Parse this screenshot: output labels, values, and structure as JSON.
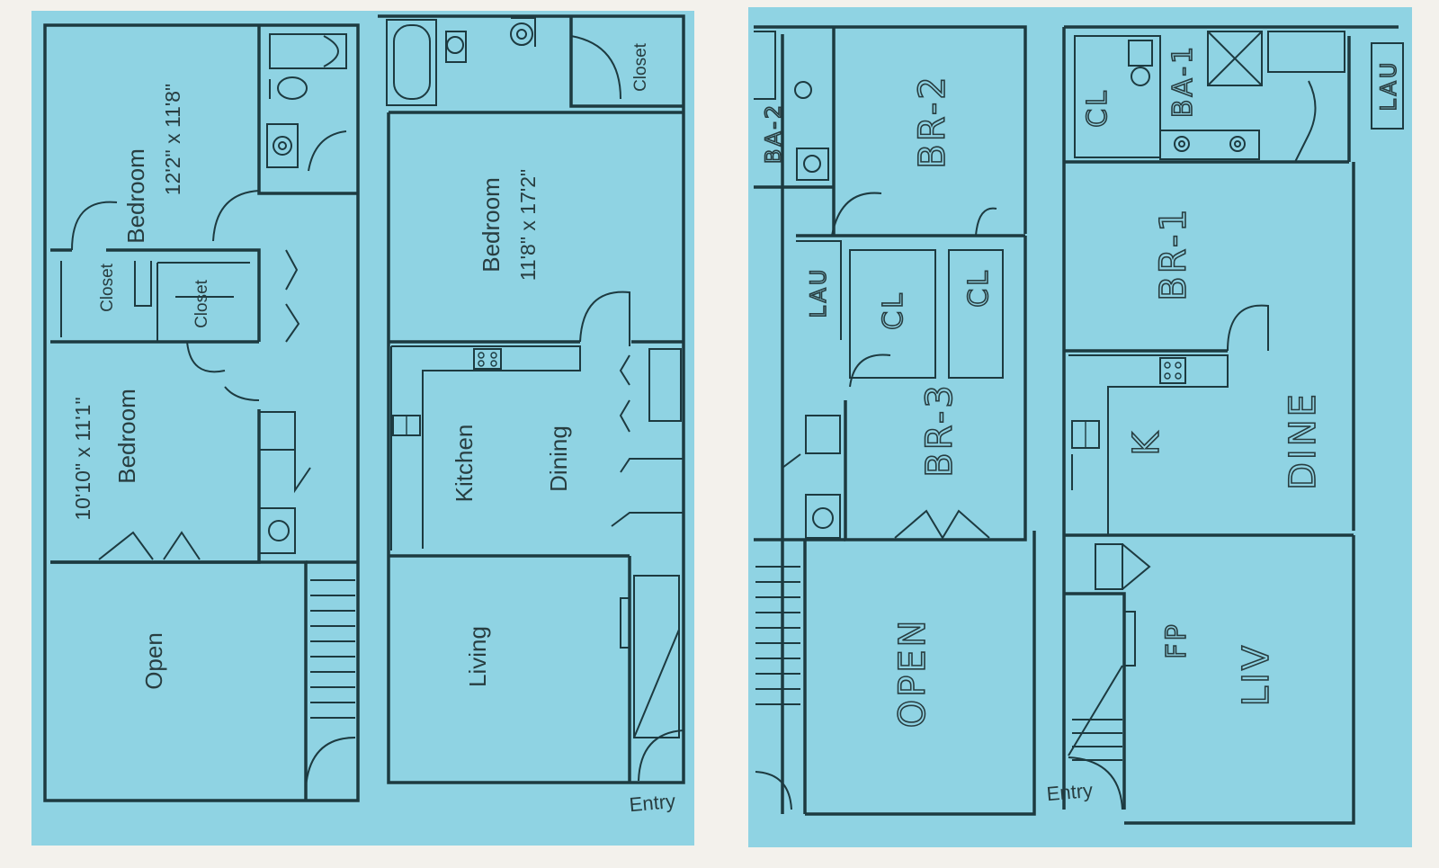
{
  "plan_a": {
    "bedroom_1": {
      "name": "Bedroom",
      "size": "12'2\" x 11'8\""
    },
    "bedroom_2": {
      "name": "Bedroom",
      "size": "10'10\" x 11'1\""
    },
    "bedroom_3": {
      "name": "Bedroom",
      "size": "11'8\" x 17'2\""
    },
    "closet_1": "Closet",
    "closet_2": "Closet",
    "closet_3": "Closet",
    "open": "Open",
    "kitchen": "Kitchen",
    "dining": "Dining",
    "living": "Living",
    "entry": "Entry"
  },
  "plan_b": {
    "ba2": "BA-2",
    "br2": "BR-2",
    "lau_1": "LAU",
    "cl_1": "CL",
    "cl_2": "CL",
    "br3": "BR-3",
    "open": "OPEN",
    "ba1": "BA-1",
    "cl_3": "CL",
    "lau_2": "LAU",
    "br1": "BR-1",
    "k": "K",
    "dine": "DINE",
    "fp": "FP",
    "liv": "LIV",
    "entry": "Entry"
  }
}
